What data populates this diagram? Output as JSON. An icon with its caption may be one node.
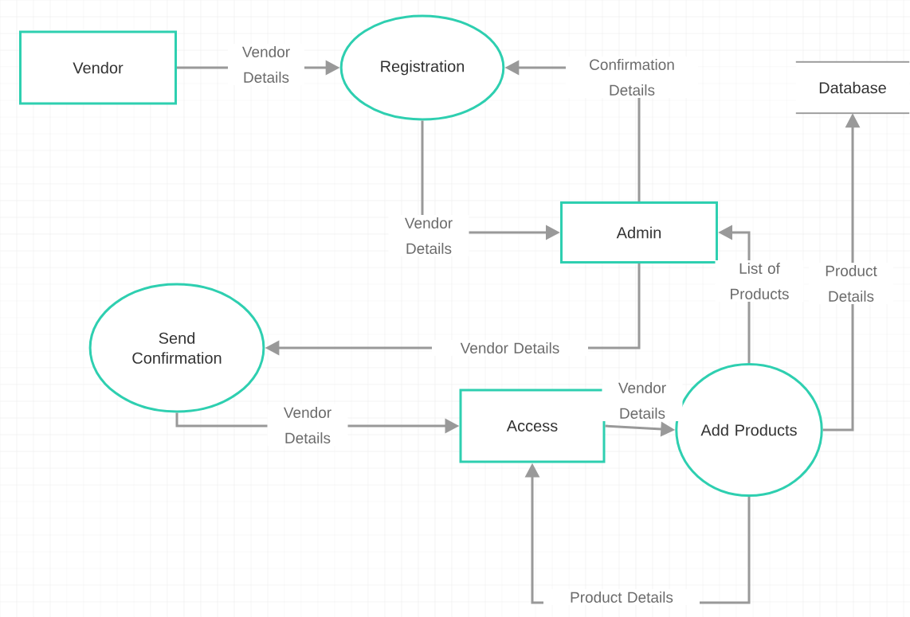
{
  "diagram": {
    "nodes": [
      {
        "text": [
          "Vendor"
        ]
      },
      {
        "text": [
          "Registration"
        ]
      },
      {
        "text": [
          "Database"
        ]
      },
      {
        "text": [
          "Admin"
        ]
      },
      {
        "text": [
          "Send Confirmation"
        ]
      },
      {
        "text": [
          "Access"
        ]
      },
      {
        "text": [
          "Add Products"
        ]
      }
    ],
    "edges": [
      {
        "from": 0,
        "to": 1,
        "arrow": "to",
        "label": "Vendor Details"
      },
      {
        "from": 3,
        "to": 1,
        "arrow": "to",
        "label": "Confirmation Details"
      },
      {
        "from": 1,
        "to": 3,
        "arrow": "to",
        "label": "Vendor Details"
      },
      {
        "from": 3,
        "to": 4,
        "arrow": "to",
        "label": "Vendor Details"
      },
      {
        "from": 4,
        "to": 5,
        "arrow": "to",
        "label": "Vendor Details"
      },
      {
        "from": 5,
        "to": 6,
        "arrow": "to",
        "label": "Vendor Details"
      },
      {
        "from": 6,
        "to": 3,
        "arrow": "to",
        "label": "List of Products"
      },
      {
        "from": 6,
        "to": 2,
        "arrow": "to",
        "label": "Product Details"
      },
      {
        "from": 6,
        "to": 5,
        "arrow": "to",
        "label": "Product Details"
      }
    ]
  }
}
